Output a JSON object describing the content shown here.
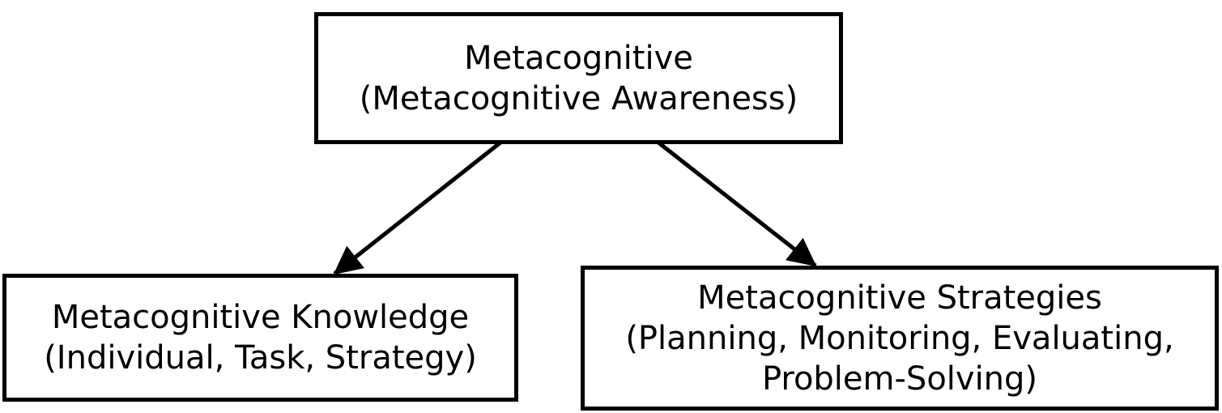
{
  "diagram": {
    "title": "Metacognition concept diagram",
    "background_color": "#ffffff",
    "stroke_color": "#000000",
    "nodes": {
      "root": {
        "line1": "Metacognitive",
        "line2": "(Metacognitive Awareness)"
      },
      "knowledge": {
        "line1": "Metacognitive Knowledge",
        "line2": "(Individual, Task, Strategy)"
      },
      "strategies": {
        "line1": "Metacognitive Strategies",
        "line2": "(Planning, Monitoring, Evaluating,",
        "line3": "Problem-Solving)"
      }
    },
    "edges": [
      {
        "from": "root",
        "to": "knowledge",
        "style": "arrow"
      },
      {
        "from": "root",
        "to": "strategies",
        "style": "arrow"
      }
    ]
  }
}
